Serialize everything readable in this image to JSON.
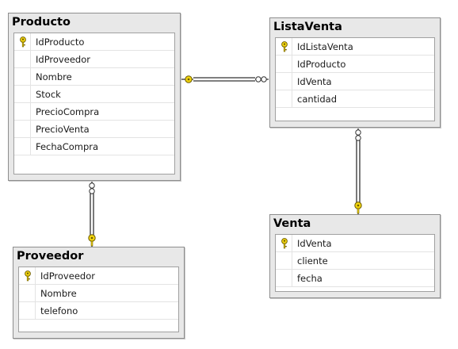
{
  "colors": {
    "key": "#f2d50f",
    "line": "#333333",
    "panel": "#e8e8e8",
    "border": "#8e8e8e"
  },
  "tables": {
    "producto": {
      "title": "Producto",
      "columns": [
        {
          "name": "IdProducto",
          "key": true
        },
        {
          "name": "IdProveedor",
          "key": false
        },
        {
          "name": "Nombre",
          "key": false
        },
        {
          "name": "Stock",
          "key": false
        },
        {
          "name": "PrecioCompra",
          "key": false
        },
        {
          "name": "PrecioVenta",
          "key": false
        },
        {
          "name": "FechaCompra",
          "key": false
        }
      ]
    },
    "listaventa": {
      "title": "ListaVenta",
      "columns": [
        {
          "name": "IdListaVenta",
          "key": true
        },
        {
          "name": "IdProducto",
          "key": false
        },
        {
          "name": "IdVenta",
          "key": false
        },
        {
          "name": "cantidad",
          "key": false
        }
      ]
    },
    "proveedor": {
      "title": "Proveedor",
      "columns": [
        {
          "name": "IdProveedor",
          "key": true
        },
        {
          "name": "Nombre",
          "key": false
        },
        {
          "name": "telefono",
          "key": false
        }
      ]
    },
    "venta": {
      "title": "Venta",
      "columns": [
        {
          "name": "IdVenta",
          "key": true
        },
        {
          "name": "cliente",
          "key": false
        },
        {
          "name": "fecha",
          "key": false
        }
      ]
    }
  },
  "relationships": [
    {
      "one": "producto",
      "many": "listaventa"
    },
    {
      "one": "proveedor",
      "many": "producto"
    },
    {
      "one": "venta",
      "many": "listaventa"
    }
  ]
}
